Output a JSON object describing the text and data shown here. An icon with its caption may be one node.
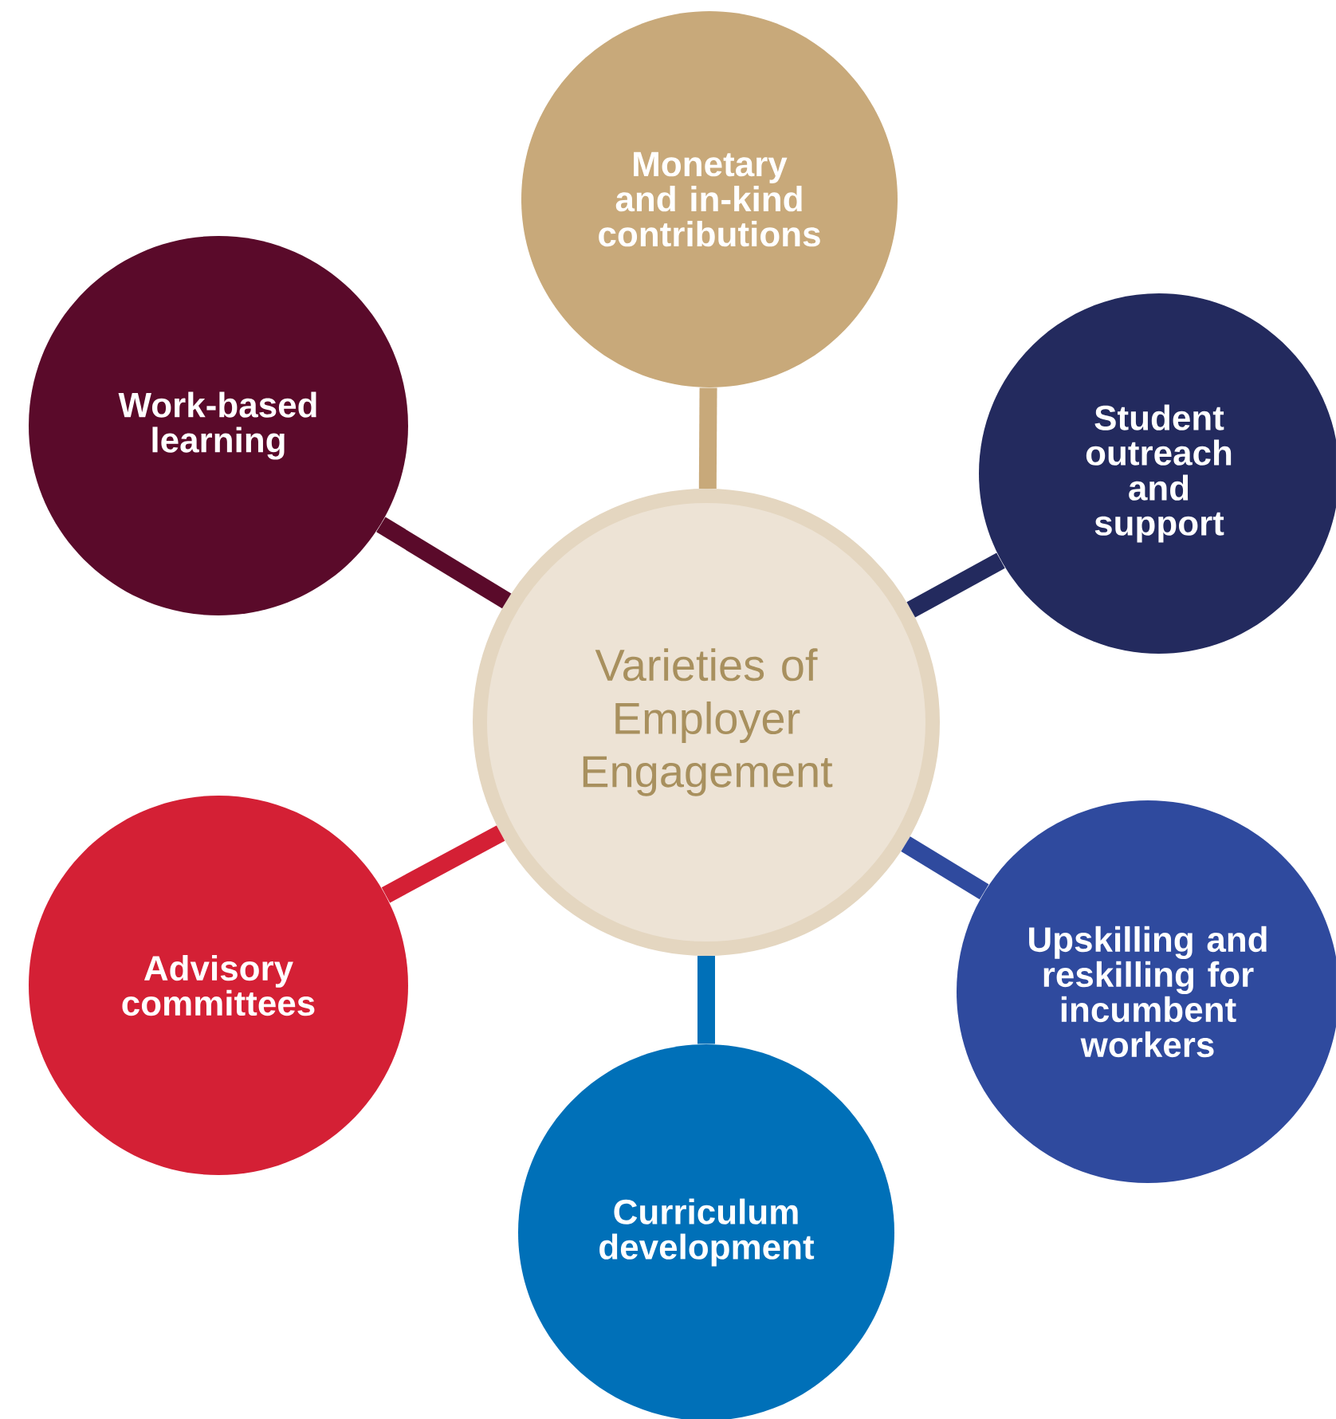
{
  "diagram": {
    "nodes": [
      {
        "text": [
          "Varieties of Employer Engagement"
        ]
      },
      {
        "text": [
          "Monetary and in-kind contributions"
        ]
      },
      {
        "text": [
          "Student outreach and support"
        ]
      },
      {
        "text": [
          "Upskilling and reskilling for incumbent workers"
        ]
      },
      {
        "text": [
          "Curriculum development"
        ]
      },
      {
        "text": [
          "Advisory committees"
        ]
      },
      {
        "text": [
          "Work-based learning"
        ]
      }
    ],
    "edges": [
      {
        "from": 0,
        "to": 1,
        "arrow": "none",
        "color": "#c8a97a"
      },
      {
        "from": 0,
        "to": 2,
        "arrow": "none",
        "color": "#232a5e"
      },
      {
        "from": 0,
        "to": 3,
        "arrow": "none",
        "color": "#2f4a9e"
      },
      {
        "from": 0,
        "to": 4,
        "arrow": "none",
        "color": "#0070b8"
      },
      {
        "from": 0,
        "to": 5,
        "arrow": "none",
        "color": "#d42035"
      },
      {
        "from": 0,
        "to": 6,
        "arrow": "none",
        "color": "#5a0a2a"
      }
    ]
  }
}
